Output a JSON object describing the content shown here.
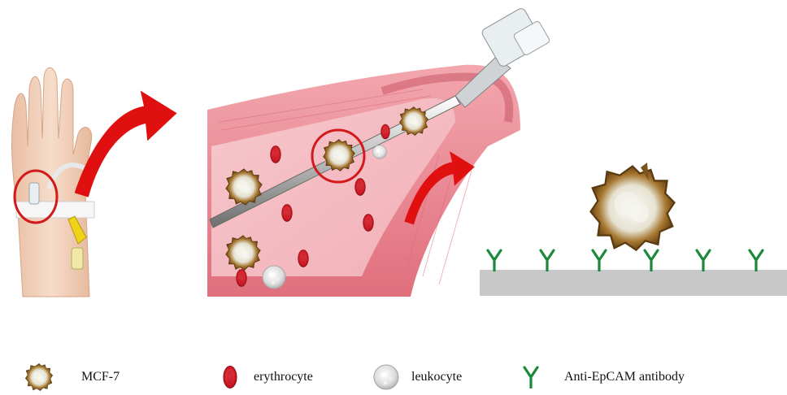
{
  "colors": {
    "arrow": "#e01010",
    "antibody": "#1a8a3a",
    "substrate": "#c8c8c8",
    "vessel_wall": "#e7858f",
    "vessel_inner": "#f3b8be",
    "erythrocyte": "#d9202a",
    "mcf7": "#9b6a2a",
    "leukocyte": "#d8d8d8",
    "skin": "#f1cfb8"
  },
  "icons": {
    "hand": "hand-with-iv-cannula",
    "arrow": "curved-arrow-icon",
    "vessel": "blood-vessel-cross-section",
    "device": "wire-probe-device",
    "cell": "mcf7-cell-icon",
    "rbc": "erythrocyte-icon",
    "wbc": "leukocyte-icon",
    "antibody": "antibody-y-icon"
  },
  "legend": [
    {
      "key": "mcf7",
      "label": "MCF-7"
    },
    {
      "key": "erythrocyte",
      "label": "erythrocyte"
    },
    {
      "key": "leukocyte",
      "label": "leukocyte"
    },
    {
      "key": "antibody",
      "label": "Anti-EpCAM antibody"
    }
  ]
}
